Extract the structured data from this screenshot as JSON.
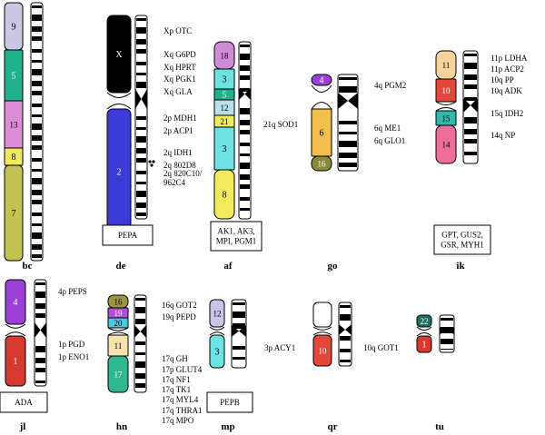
{
  "panels": [
    {
      "id": "bc",
      "panel_label": "bc",
      "segments": [
        {
          "label": "9",
          "color": "#c9c9e6"
        },
        {
          "label": "5",
          "color": "#20b28c"
        },
        {
          "label": "13",
          "color": "#dc8cd6"
        },
        {
          "label": "8",
          "color": "#f1ea5c"
        },
        {
          "label": "7",
          "color": "#c4c250"
        }
      ],
      "genes": [],
      "box_lines": []
    },
    {
      "id": "de",
      "panel_label": "de",
      "segments": [
        {
          "label": "X",
          "color": "#000000"
        },
        {
          "label": "2",
          "color": "#3a3ad6"
        }
      ],
      "genes": [
        "Xp OTC",
        "Xq G6PD",
        "Xq HPRT",
        "Xq PGK1",
        "Xq GLA",
        "2p MDH1",
        "2p ACP1",
        "2q IDH1",
        "2q 802D8",
        "2q 820C10/",
        "962C4"
      ],
      "box_lines": [
        "PEPA"
      ]
    },
    {
      "id": "af",
      "panel_label": "af",
      "segments": [
        {
          "label": "18",
          "color": "#d08ad8"
        },
        {
          "label": "3",
          "color": "#6de2e2"
        },
        {
          "label": "5",
          "color": "#20b28c"
        },
        {
          "label": "12",
          "color": "#b7e0ec"
        },
        {
          "label": "21",
          "color": "#f1ea5c"
        },
        {
          "label": "3",
          "color": "#6de2e2"
        },
        {
          "label": "8",
          "color": "#f1ea5c"
        }
      ],
      "genes": [
        "21q SOD1"
      ],
      "box_lines": [
        "AK1, AK3,",
        "MPI, PGM1"
      ]
    },
    {
      "id": "go",
      "panel_label": "go",
      "segments": [
        {
          "label": "4",
          "color": "#9b3fd6"
        },
        {
          "label": "6",
          "color": "#f2bf4e"
        },
        {
          "label": "16",
          "color": "#8a8a3c"
        }
      ],
      "genes": [
        "4q PGM2",
        "6q ME1",
        "6q GLO1"
      ],
      "box_lines": []
    },
    {
      "id": "ik",
      "panel_label": "ik",
      "segments": [
        {
          "label": "11",
          "color": "#f6d39a"
        },
        {
          "label": "10",
          "color": "#e2483a"
        },
        {
          "label": "15",
          "color": "#33b8b0"
        },
        {
          "label": "14",
          "color": "#ee6e9a"
        }
      ],
      "genes": [
        "11p LDHA",
        "11p ACP2",
        "10q PP",
        "10q ADK",
        "15q IDH2",
        "14q NP"
      ],
      "box_lines": [
        "GPT, GUS2,",
        "GSR, MYH1"
      ]
    },
    {
      "id": "jl",
      "panel_label": "jl",
      "segments": [
        {
          "label": "4",
          "color": "#9b3fd6"
        },
        {
          "label": "1",
          "color": "#d6392d"
        }
      ],
      "genes": [
        "4p PEPS",
        "1p PGD",
        "1p ENO1"
      ],
      "box_lines": [
        "ADA"
      ]
    },
    {
      "id": "hn",
      "panel_label": "hn",
      "segments": [
        {
          "label": "16",
          "color": "#9c9644"
        },
        {
          "label": "19",
          "color": "#b04ed6"
        },
        {
          "label": "20",
          "color": "#4bc7e2"
        },
        {
          "label": "11",
          "color": "#f6e2ae"
        },
        {
          "label": "17",
          "color": "#2fb890"
        }
      ],
      "genes": [
        "16q GOT2",
        "19q PEPD",
        "17q GH",
        "17p GLUT4",
        "17q NF1",
        "17q TK1",
        "17q MYL4",
        "17q THRA1",
        "17q MPO"
      ],
      "box_lines": []
    },
    {
      "id": "mp",
      "panel_label": "mp",
      "segments": [
        {
          "label": "12",
          "color": "#cdc3e6"
        },
        {
          "label": "3",
          "color": "#6de2e2"
        }
      ],
      "genes": [
        "3p ACY1"
      ],
      "box_lines": [
        "PEPB"
      ]
    },
    {
      "id": "qr",
      "panel_label": "qr",
      "segments": [
        {
          "label": "10",
          "color": "#e2483a"
        }
      ],
      "genes": [
        "10q GOT1"
      ],
      "box_lines": []
    },
    {
      "id": "tu",
      "panel_label": "tu",
      "segments": [
        {
          "label": "22",
          "color": "#1f6e64"
        },
        {
          "label": "1",
          "color": "#d6392d"
        }
      ],
      "genes": [],
      "box_lines": []
    }
  ]
}
